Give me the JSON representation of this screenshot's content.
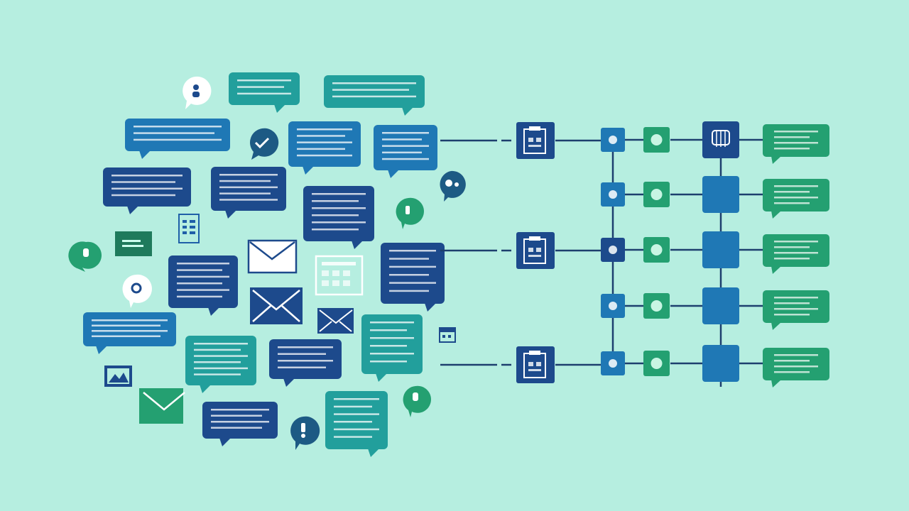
{
  "palette": {
    "background": "#b6eee0",
    "navy": "#1d4a8c",
    "blue": "#1f78b5",
    "teal": "#229f9c",
    "green": "#24a071",
    "line": "#1d3f6e",
    "white": "#ffffff"
  },
  "diagram": {
    "text": [],
    "sources": [
      {
        "kind": "chat-bubble",
        "color": "teal"
      },
      {
        "kind": "chat-bubble",
        "color": "teal"
      },
      {
        "kind": "chat-bubble",
        "color": "blue"
      },
      {
        "kind": "chat-bubble",
        "color": "blue"
      },
      {
        "kind": "chat-bubble",
        "color": "blue"
      },
      {
        "kind": "chat-bubble",
        "color": "navy"
      },
      {
        "kind": "chat-bubble",
        "color": "navy"
      },
      {
        "kind": "chat-bubble",
        "color": "navy"
      },
      {
        "kind": "chat-bubble",
        "color": "navy"
      },
      {
        "kind": "chat-bubble",
        "color": "navy"
      },
      {
        "kind": "chat-bubble",
        "color": "blue"
      },
      {
        "kind": "chat-bubble",
        "color": "teal"
      },
      {
        "kind": "chat-bubble",
        "color": "navy"
      },
      {
        "kind": "chat-bubble",
        "color": "teal"
      },
      {
        "kind": "chat-bubble",
        "color": "navy"
      },
      {
        "kind": "chat-bubble",
        "color": "teal"
      },
      {
        "kind": "envelope-icon"
      },
      {
        "kind": "envelope-icon"
      },
      {
        "kind": "envelope-icon"
      },
      {
        "kind": "envelope-icon"
      },
      {
        "kind": "document-icon"
      },
      {
        "kind": "calendar-icon"
      },
      {
        "kind": "image-icon"
      },
      {
        "kind": "check-icon"
      },
      {
        "kind": "info-icon"
      }
    ],
    "channels": [
      {
        "name": "channel-top",
        "entry_icon": "clipboard-icon"
      },
      {
        "name": "channel-middle",
        "entry_icon": "clipboard-icon"
      },
      {
        "name": "channel-bottom",
        "entry_icon": "clipboard-icon"
      }
    ],
    "output_rows": 5,
    "outputs": {
      "kind": "chat-bubble",
      "color": "green",
      "count": 5
    }
  }
}
